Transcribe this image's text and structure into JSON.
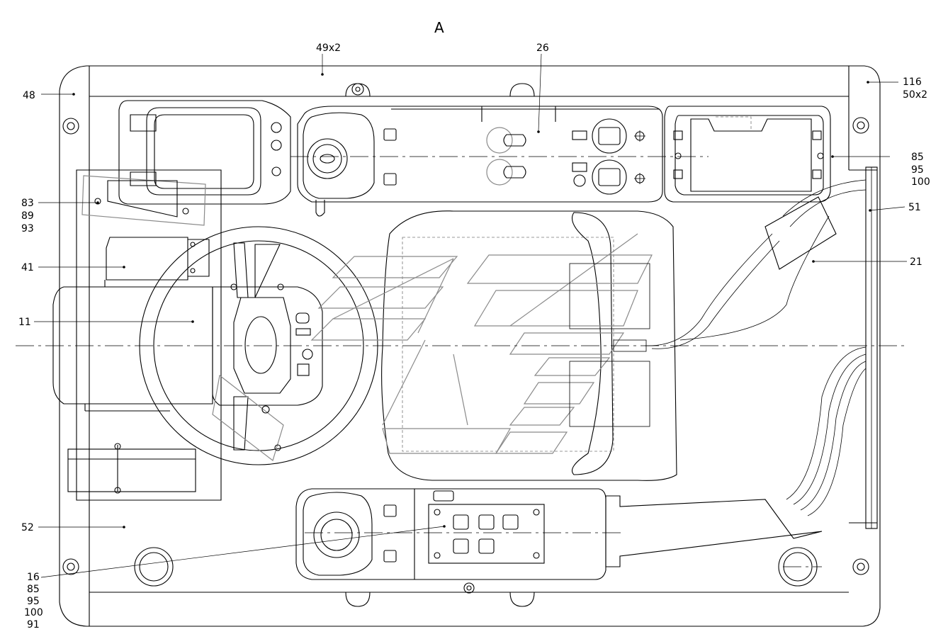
{
  "view_title": "A",
  "callouts": {
    "c49x2": "49x2",
    "c26": "26",
    "c48": "48",
    "c116": "116",
    "c50x2": "50x2",
    "c85a": "85",
    "c95a": "95",
    "c100a": "100",
    "c51": "51",
    "c21": "21",
    "c83": "83",
    "c89": "89",
    "c93": "93",
    "c41": "41",
    "c11": "11",
    "c52": "52",
    "c16": "16",
    "c85b": "85",
    "c95b": "95",
    "c100b": "100",
    "c91": "91"
  },
  "colors": {
    "line": "#000000",
    "hidden_line": "#777777",
    "phantom": "#8a8a8a",
    "background": "#ffffff"
  }
}
